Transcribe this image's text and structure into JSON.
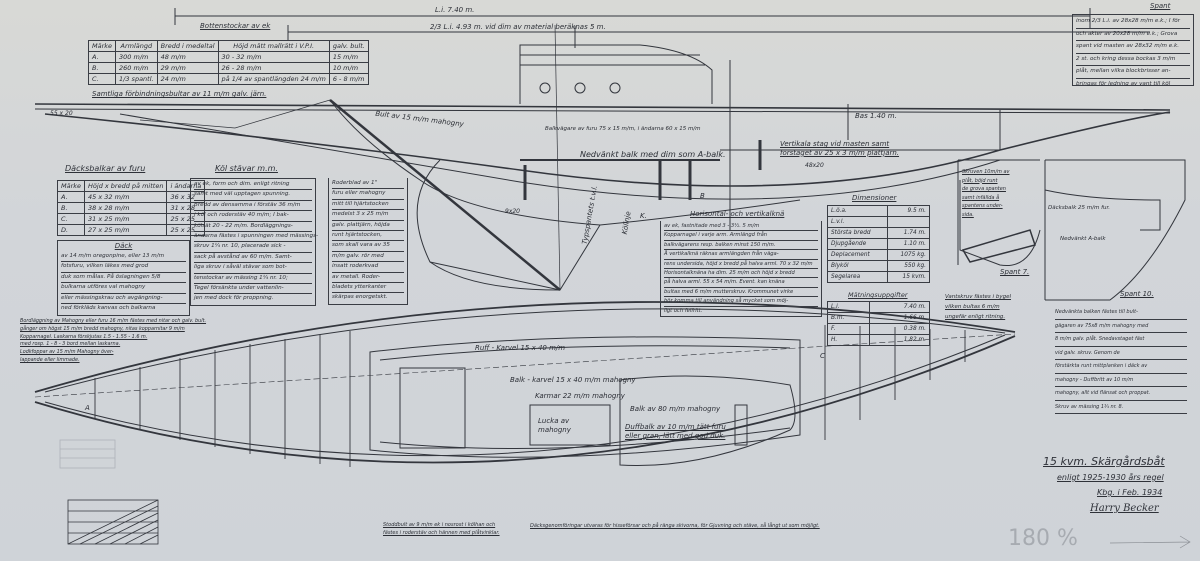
{
  "dimensions_line": {
    "overall": "L.i. 7.40 m.",
    "two_thirds": "2/3 L.i. 4.93 m. vid dim av material beräknas 5 m."
  },
  "bottenstockar": {
    "title": "Bottenstockar av ek",
    "headers": [
      "Märke",
      "Armlängd",
      "Bredd i medeltal",
      "Höjd mätt mallrätt i V.P.I.",
      "galv. bult."
    ],
    "rows": [
      [
        "A.",
        "300 m/m",
        "48 m/m",
        "30 - 32 m/m",
        "15 m/m"
      ],
      [
        "B.",
        "260 m/m",
        "29 m/m",
        "26 - 28 m/m",
        "10 m/m"
      ],
      [
        "C.",
        "1/3 spantl.",
        "24 m/m",
        "på 1/4 av spantlängden 24 m/m",
        "6 - 8 m/m"
      ]
    ],
    "note": "Samtliga förbindningsbultar av 11 m/m galv. järn."
  },
  "spant": {
    "title": "Spant",
    "lines": [
      "inom 2/3 L.i. av 28x28 m/m e.k.; I för",
      "och akter av 20x28 m/m e.k.; Grova",
      "spant vid masten av 28x32 m/m e.k.",
      "2 st. och kring dessa bockas 3 m/m",
      "plåt, mellan vilka blockbrisser an-",
      "bringas för ledning av vant till köl"
    ]
  },
  "daeck_balkar": {
    "title": "Däcksbalkar av furu",
    "headers": [
      "Märke",
      "Höjd x bredd på mitten",
      "i ändarna"
    ],
    "rows": [
      [
        "A.",
        "45 x 32 m/m",
        "36 x 32"
      ],
      [
        "B.",
        "38 x 28 m/m",
        "31 x 28"
      ],
      [
        "C.",
        "31 x 25 m/m",
        "25 x 25"
      ],
      [
        "D.",
        "27 x 25 m/m",
        "25 x 25"
      ]
    ]
  },
  "daeck": {
    "title": "Däck",
    "lines": [
      "av 14 m/m oregonpine, eller 13 m/m",
      "fotsfuru, vilken läkes med grod",
      "duk som målas. På öslagningen 5/8",
      "bulkarna utföres val mahogny",
      "eller mässingskrau och avgängning-",
      "ned förkläds kanvas och balkarna"
    ]
  },
  "kol": {
    "title": "Köl stävar m.m.",
    "lines": [
      "av ek, form och dim. enligt ritning",
      "samt med väl upptagen spunning.",
      "Bredd av densamma i förstäv 36 m/m",
      "i köl och roderstäv 40 m/m; I bak-",
      "kölsät 20 - 22 m/m. Bordläggnings-",
      "ändarna fästes i spunningen med mässings-",
      "skruv 1¼ nr. 10, placerade sick -",
      "sack på avstånd av 60 m/m. Samt-",
      "liga skruv i såväl stävar som bot-",
      "tenstockar av mässing 1¼ nr. 10;",
      "Tegel försänkta under vattenlin-",
      "jen med dock för proppning."
    ]
  },
  "roder": {
    "title": "Roderblad av 1\"",
    "lines": [
      "furu eller mahogny",
      "mitt till hjärtstocken",
      "medelst 3 x 25 m/m",
      "galv. plattjärn, höjda",
      "runt hjärtstocken,",
      "som skall vara av 35",
      "m/m galv. rör med",
      "insatt roderkvad",
      "av metall. Roder-",
      "bladets ytterkanter",
      "skärpas enorgetskt."
    ]
  },
  "knae": {
    "title": "Horisontal- och vertikalknä",
    "lines": [
      "av ek, fastnitade med 3 - 3½. 5 m/m",
      "Kopparnagel i varje arm. Armlängd från",
      "balkvägarens resp. balken minst 150 m/m.",
      "Å vertikalknä räknas armlängden från väga-",
      "rens undersida, höjd x bredd på halva arml. 70 x 32 m/m",
      "Horisontalknäna ha dim. 25 m/m och höjd x bredd",
      "på halva arml. 55 x 54 m/m. Event. kan knäna",
      "bultas med 6 m/m mutterskruv. Krommunet virke",
      "bör komma till användning så mycket som möj-",
      "ligt och felfritt."
    ]
  },
  "dimensioner": {
    "title": "Dimensioner",
    "rows": [
      [
        "L.ö.a.",
        "9.5 m."
      ],
      [
        "L.v.l.",
        ""
      ],
      [
        "Största bredd",
        "1.74 m."
      ],
      [
        "Djupgående",
        "1.10 m."
      ],
      [
        "Deplacement",
        "1075 kg."
      ],
      [
        "Blyköl",
        "550 kg."
      ],
      [
        "Segelarea",
        "15 kvm."
      ]
    ]
  },
  "matning": {
    "title": "Mätningsuppgifter",
    "rows": [
      [
        "L.i.",
        "7.40 m."
      ],
      [
        "B.m.",
        "1.66 m."
      ],
      [
        "F.",
        "0.38 m."
      ],
      [
        "H.",
        "1.82 m."
      ]
    ]
  },
  "spant7_note": {
    "lines": [
      "Skruven 10m/m av",
      "plåt, böjd runt",
      "de grova spanten",
      "samt infällda å",
      "spantens under-",
      "sida."
    ],
    "label": "Spant 7."
  },
  "vantskruv": {
    "lines": [
      "Vantskruv fästes i bygel",
      "vilken bultas 6 m/m",
      "ungefär enligt ritning."
    ]
  },
  "spant10": {
    "label": "Spant 10.",
    "balk_note": "Däcksbalk 25 m/m fur.",
    "nedv": "Nedvänkt A-balk"
  },
  "right_note": {
    "lines": [
      "Nedvänkta balken fästes till bult-",
      "gägaren av 75x8 m/m mahogny med",
      "8 m/m galv. plåt. Snedavstaget fäst",
      "vid galv. skruv. Genom de",
      "förstärkta runt mittplanken i däck av",
      "mahogny - Duffbritt av 10 m/m",
      "mahogny, allt vid flänsat och proppat.",
      "Skruv av mässing 1¾ nr. 8."
    ]
  },
  "bordlaggning": {
    "lines": [
      "Bordläggning av Mahogny eller furu 16 m/m fästes med nitar och galv. bult.",
      "gånger om högst 15 m/m bredd mahogny, nitas kopparnitar 9 m/m",
      "Kopparnagel. Laskarna förskjutas 1.5 - 1.55 - 1.6 m.",
      "med rosp. 1 - 8 - 3 bord mellan laskarna.",
      "Lodkfoppar av 15 m/m Mahogny över-",
      "lappande eller limmade."
    ]
  },
  "labels": {
    "bult": "Bult av 15 m/m mahogny",
    "balkvagare": "Balkvägare av furu 75 x 15 m/m, i ändarna 60 x 15 m/m",
    "nedvankt": "Nedvänkt balk med dim som A-balk.",
    "vertikala": [
      "Vertikala stag vid masten samt",
      "förstaget av 25 x 3 m/m plattjärn."
    ],
    "bas": "Bas 1.40 m.",
    "kollinje": "Kölinje",
    "typspantets": "Typspantets t.v.l.",
    "ruff": "Ruff - Karvel 15 x 40 m/m",
    "balkkarvel": "Balk - karvel 15 x 40 m/m mahogny",
    "karmar": "Karmar 22 m/m mahogny",
    "lucka": [
      "Lucka av",
      "mahogny"
    ],
    "sittbrunn": "Balk av 80 m/m mahogny",
    "duff": [
      "Duffbalk av 10 m/m tätt furu",
      "eller gran, lätt med god duk."
    ],
    "stodd": [
      "Stoddbult av 9 m/m ek i nosrost i kölhan och",
      "fästes i roderstäv och hännen med plåtvinklar."
    ],
    "daecksgenom": "Däcksgenomföringar utvaras för hisseförsar och på ränga skivorna, för Gjuvning och stäve, så långt ut som möjligt.",
    "k_mark": "K.",
    "mark_a": "A",
    "mark_c": "C",
    "mark_b": "B",
    "x9x20": "9x20",
    "x48x20": "48x20",
    "x55x20": "55 x 20"
  },
  "title_block": {
    "title": "15 kvm. Skärgårdsbåt",
    "rule": "enligt 1925-1930 års regel",
    "place_date": "Kbg. i Feb. 1934",
    "signature": "Harry Becker"
  },
  "pencil": "180 %"
}
